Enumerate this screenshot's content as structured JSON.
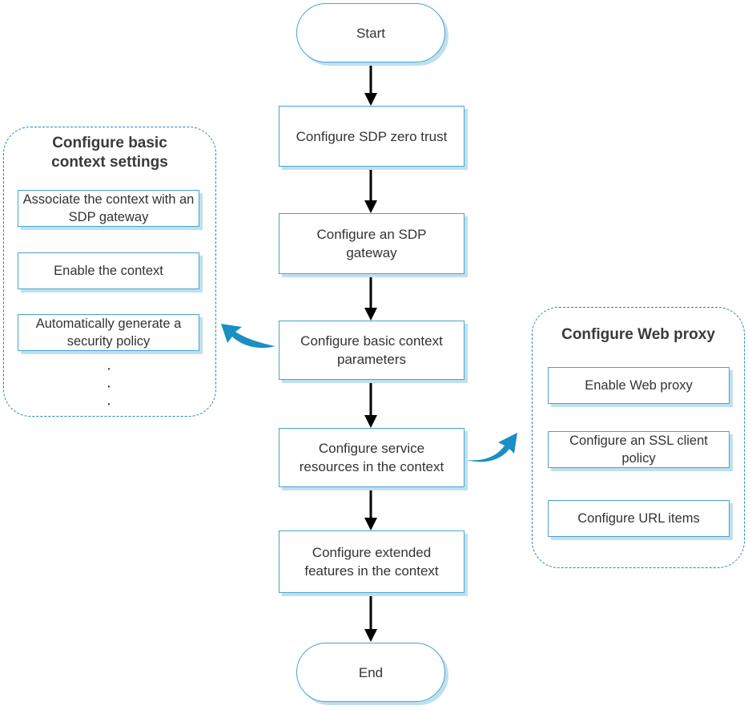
{
  "colors": {
    "border": "#49a3cf",
    "shadow": "#bfe0ee",
    "panel_border": "#1f86b8",
    "curve_arrow": "#1a8fc4",
    "arrow": "#000000"
  },
  "flow": {
    "start": "Start",
    "step1": "Configure SDP zero trust",
    "step2": "Configure an SDP gateway",
    "step3": "Configure basic context parameters",
    "step4": "Configure service resources in the context",
    "step5": "Configure extended features in the context",
    "end": "End"
  },
  "left_panel": {
    "title": "Configure basic context settings",
    "items": [
      "Associate the context with an SDP gateway",
      "Enable the context",
      "Automatically generate a security policy"
    ],
    "ellipsis": [
      "·",
      "·",
      "·"
    ]
  },
  "right_panel": {
    "title": "Configure Web proxy",
    "items": [
      "Enable Web proxy",
      "Configure an SSL client policy",
      "Configure URL items"
    ]
  }
}
